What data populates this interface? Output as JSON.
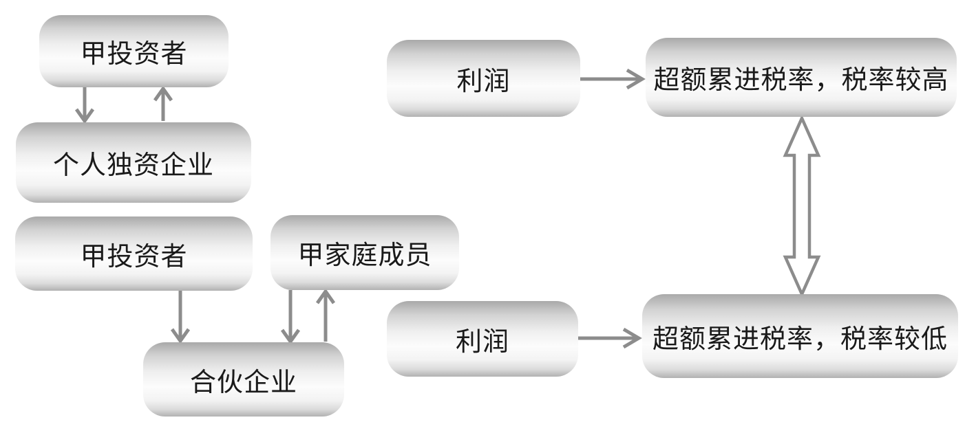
{
  "canvas": {
    "background": "#ffffff"
  },
  "colors": {
    "arrow": "#8c8c8c",
    "text": "#1a1a1a",
    "box_gradient_top": "#a9a9a9",
    "box_gradient_middle": "#fcfcfc",
    "box_gradient_bottom": "#b1b1b1"
  },
  "nodes": {
    "investor_a_top": {
      "label": "甲投资者"
    },
    "sole_proprietorship": {
      "label": "个人独资企业"
    },
    "investor_a_mid": {
      "label": "甲投资者"
    },
    "family_members": {
      "label": "甲家庭成员"
    },
    "partnership": {
      "label": "合伙企业"
    },
    "profit_top": {
      "label": "利润"
    },
    "high_rate": {
      "label": "超额累进税率，税率较高"
    },
    "profit_bottom": {
      "label": "利润"
    },
    "low_rate": {
      "label": "超额累进税率，税率较低"
    }
  },
  "connections": [
    {
      "from": "investor_a_top",
      "to": "sole_proprietorship",
      "type": "arrow-down"
    },
    {
      "from": "sole_proprietorship",
      "to": "investor_a_top",
      "type": "arrow-up"
    },
    {
      "from": "investor_a_mid",
      "to": "partnership",
      "type": "arrow-down"
    },
    {
      "from": "family_members",
      "to": "partnership",
      "type": "arrow-down"
    },
    {
      "from": "partnership",
      "to": "family_members",
      "type": "arrow-up"
    },
    {
      "from": "profit_top",
      "to": "high_rate",
      "type": "arrow-right"
    },
    {
      "from": "profit_bottom",
      "to": "low_rate",
      "type": "arrow-right"
    },
    {
      "from": "high_rate",
      "to": "low_rate",
      "type": "double-arrow-vertical"
    }
  ]
}
